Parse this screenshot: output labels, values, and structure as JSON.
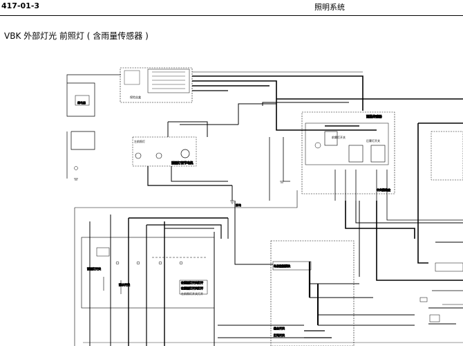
{
  "header": {
    "page_code": "417-01-3",
    "section_title": "照明系统"
  },
  "diagram": {
    "title": "VBK 外部灯光 前照灯 ( 含雨量传感器 )",
    "labels": {
      "left_front_headlamp": "左前照灯",
      "headlamp_leveling_motor": "前照灯调节电机",
      "light_switch_1": "前照灯开关",
      "light_switch_2": "刮水开关",
      "light_switch_3": "前雾灯开关",
      "light_switch_4": "后雾灯开关",
      "switch_note_1": "在前照灯开关打开",
      "switch_note_2": "在前照灯开关打开",
      "switch_note_3": "在前照灯开关打开",
      "bcm_label": "车身控制模块",
      "bcm_label_2": "中央接线盒",
      "combo_switch": "组合开关",
      "combo_switch_2": "灯光开关",
      "rain_sensor": "雨量传感器",
      "fuse_box": "保险丝盒",
      "relay": "继电器",
      "ground": "接地"
    }
  }
}
